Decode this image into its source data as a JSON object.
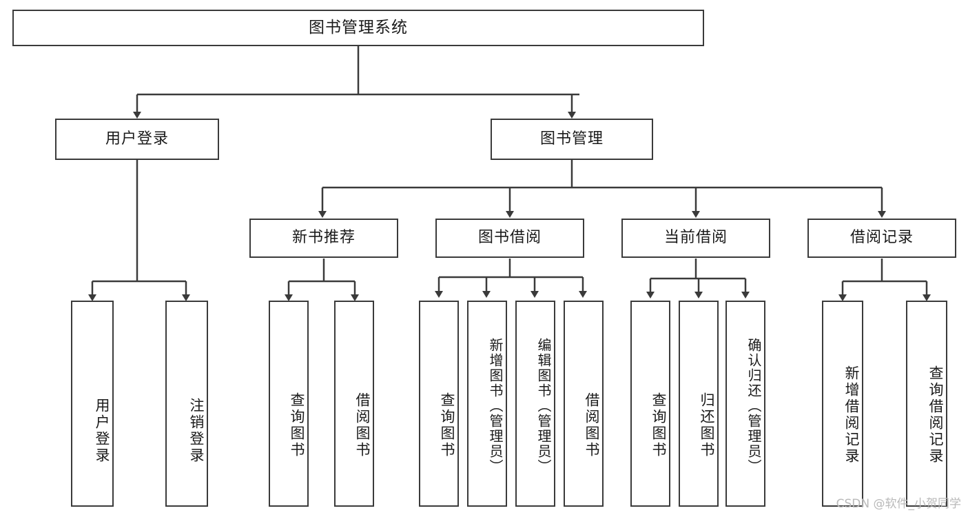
{
  "diagram": {
    "title": "图书管理系统",
    "type": "tree-hierarchy",
    "watermark": "CSDN @软件_小贺同学",
    "line_color": "#3a3a3a",
    "box_fill": "#ffffff",
    "text_color": "#1a1a1a"
  },
  "nodes": {
    "root": {
      "label": "图书管理系统"
    },
    "level2": [
      {
        "label": "用户登录"
      },
      {
        "label": "图书管理"
      }
    ],
    "level3": [
      {
        "label": "新书推荐"
      },
      {
        "label": "图书借阅"
      },
      {
        "label": "当前借阅"
      },
      {
        "label": "借阅记录"
      }
    ],
    "leaves": {
      "user_login": [
        {
          "label": "用户登录"
        },
        {
          "label": "注销登录"
        }
      ],
      "new_book_recommend": [
        {
          "label": "查询图书"
        },
        {
          "label": "借阅图书"
        }
      ],
      "book_borrow": [
        {
          "label": "查询图书"
        },
        {
          "label": "新增图书（管理员）"
        },
        {
          "label": "编辑图书（管理员）"
        },
        {
          "label": "借阅图书"
        }
      ],
      "current_borrow": [
        {
          "label": "查询图书"
        },
        {
          "label": "归还图书"
        },
        {
          "label": "确认归还（管理员）"
        }
      ],
      "borrow_record": [
        {
          "label": "新增借阅记录"
        },
        {
          "label": "查询借阅记录"
        }
      ]
    }
  }
}
